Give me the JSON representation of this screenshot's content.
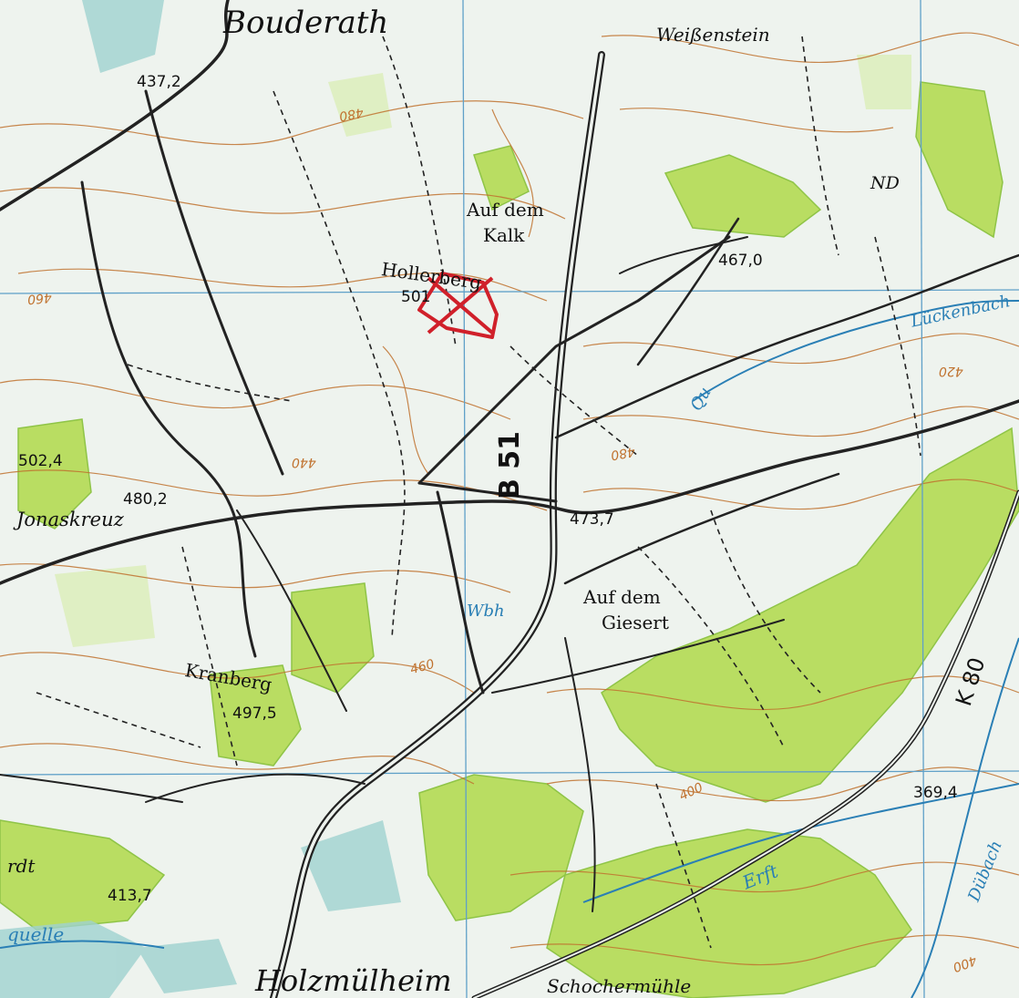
{
  "colors": {
    "background": "#eef3ee",
    "forest": "#b9dd62",
    "forest_dark": "#8fc447",
    "road": "#222222",
    "contour": "#c0722f",
    "grid": "#5fa0c8",
    "water": "#2a7fb5",
    "marker": "#d0202a"
  },
  "places": {
    "bouderath": "Bouderath",
    "weissenstein": "Weißenstein",
    "auf_dem_kalk_1": "Auf dem",
    "auf_dem_kalk_2": "Kalk",
    "hollerberg": "Hollerberg",
    "jonaskreuz": "Jonaskreuz",
    "auf_dem_giesert_1": "Auf dem",
    "auf_dem_giesert_2": "Giesert",
    "kranberg": "Kranberg",
    "holzmuelheim": "Holzmülheim",
    "schochermuehle": "Schochermühle",
    "nd": "ND",
    "rdt": "rdt",
    "quelle": "quelle"
  },
  "roads": {
    "b51": "B 51",
    "k80": "K 80"
  },
  "water": {
    "qu": "Qu",
    "wbh": "Wbh",
    "erft": "Erft",
    "buchenbach": "Lückenbach",
    "dubach": "Dübach"
  },
  "elevations": {
    "e437": "437,2",
    "e467": "467,0",
    "e501": "501",
    "e502": "502,4",
    "e480": "480,2",
    "e473": "473,7",
    "e497": "497,5",
    "e413": "413,7",
    "e369": "369,4"
  },
  "contour_labels": {
    "c1": "480",
    "c2": "460",
    "c3": "440",
    "c4": "420",
    "c5": "400",
    "c6": "400",
    "c7": "460",
    "c8": "480"
  },
  "icons": {
    "summit_marker": "summit-marker-icon"
  }
}
